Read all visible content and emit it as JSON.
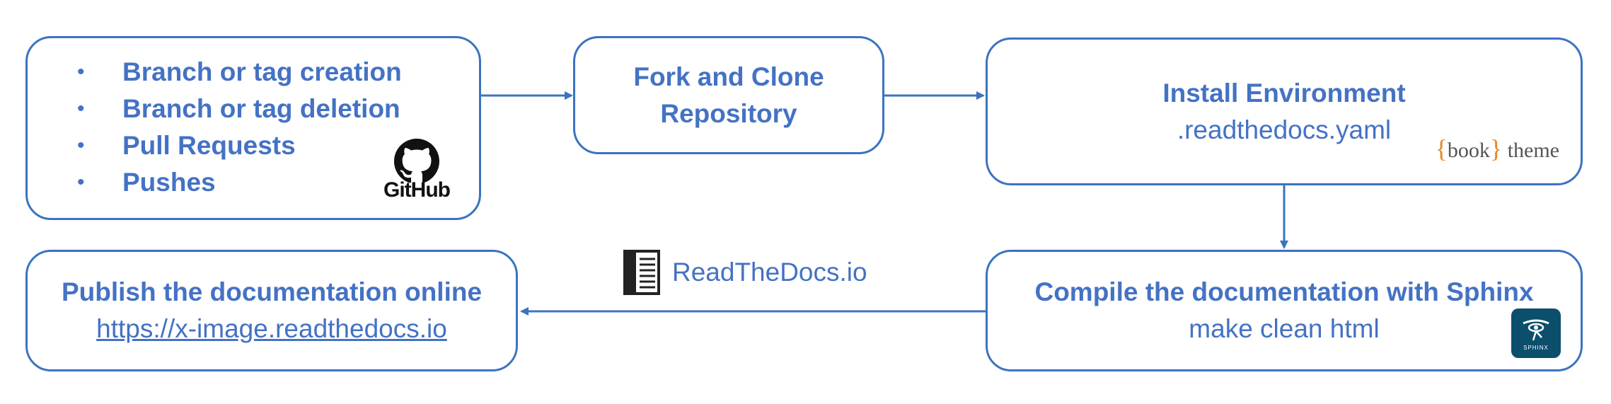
{
  "triggers": {
    "bullet": "•",
    "items": [
      "Branch or tag creation",
      "Branch or tag deletion",
      "Pull Requests",
      "Pushes"
    ],
    "logo_label": "GitHub"
  },
  "fork": {
    "line1": "Fork and Clone",
    "line2": "Repository"
  },
  "install": {
    "title": "Install Environment",
    "config_file": ".readthedocs.yaml",
    "logo_brace_open": "{",
    "logo_word": "book",
    "logo_brace_close": "}",
    "logo_suffix": "theme"
  },
  "compile": {
    "title": "Compile the documentation with Sphinx",
    "command": "make clean html",
    "logo_caption": "SPHINX"
  },
  "publish": {
    "title": "Publish the documentation online",
    "url": "https://x-image.readthedocs.io"
  },
  "host": {
    "label": "ReadTheDocs.io"
  },
  "colors": {
    "accent": "#4472C4",
    "border": "#3b73bf",
    "book_brace": "#e8862a",
    "sphinx_badge": "#0b4f6c"
  },
  "icons": [
    "github-icon",
    "readthedocs-book-icon",
    "sphinx-icon",
    "booktheme-logo"
  ]
}
